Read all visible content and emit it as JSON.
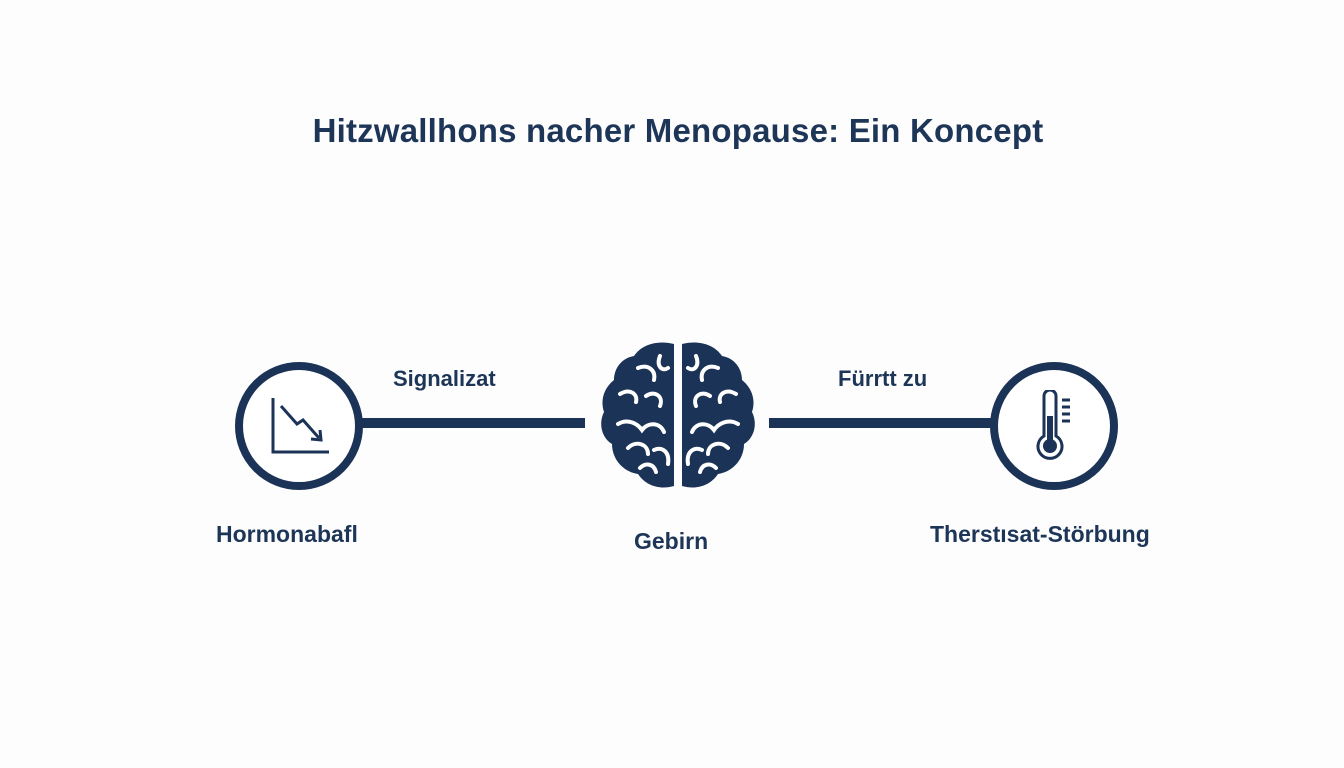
{
  "title": "Hitzwallhons nacher Menopause: Ein Koncept",
  "colors": {
    "primary": "#1b3356",
    "background": "#fdfdfe"
  },
  "nodes": [
    {
      "label": "Hormonabafl",
      "icon": "declining-chart-icon"
    },
    {
      "label": "Gebirn",
      "icon": "brain-icon"
    },
    {
      "label": "Therstısat-Störbung",
      "icon": "thermometer-icon"
    }
  ],
  "edges": [
    {
      "from": 0,
      "to": 1,
      "label": "Signalizat"
    },
    {
      "from": 1,
      "to": 2,
      "label": "Fürrtt zu"
    }
  ]
}
